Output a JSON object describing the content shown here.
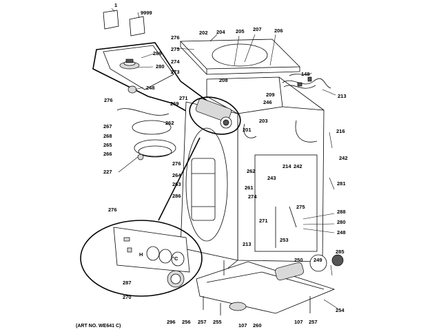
{
  "art_number": "(ART NO. WE641 C)",
  "callouts": {
    "c1": "1",
    "c9999": "9999",
    "c276a": "276",
    "c202": "202",
    "c204": "204",
    "c205": "205",
    "c207": "207",
    "c206": "206",
    "c275": "275",
    "c288a": "288",
    "c274a": "274",
    "c280a": "280",
    "c273": "273",
    "c208": "208",
    "c248a": "248",
    "c148": "148",
    "c271a": "271",
    "c209": "209",
    "c246": "246",
    "c213a": "213",
    "c269": "269",
    "c276b": "276",
    "c262a": "262",
    "c267": "267",
    "c203": "203",
    "c201": "201",
    "c268": "268",
    "c265": "265",
    "c266": "266",
    "c216": "216",
    "c242a": "242",
    "c227": "227",
    "c276c": "276",
    "c214": "214",
    "c242b": "242",
    "c262b": "262",
    "c243": "243",
    "c264": "264",
    "c263": "263",
    "c281": "281",
    "c261": "261",
    "c286": "286",
    "c274b": "274",
    "c275b": "275",
    "c276d": "276",
    "c288b": "288",
    "c271b": "271",
    "c280b": "280",
    "c248b": "248",
    "c213b": "213",
    "c253": "253",
    "c250": "250",
    "c249": "249",
    "c285": "285",
    "c287": "287",
    "c270": "270",
    "c254": "254",
    "c296": "296",
    "c256": "256",
    "c257a": "257",
    "c255": "255",
    "c107a": "107",
    "c260": "260",
    "c107b": "107",
    "c257b": "257"
  },
  "panel_markings": {
    "h_label": "H",
    "c_label": "°C"
  }
}
